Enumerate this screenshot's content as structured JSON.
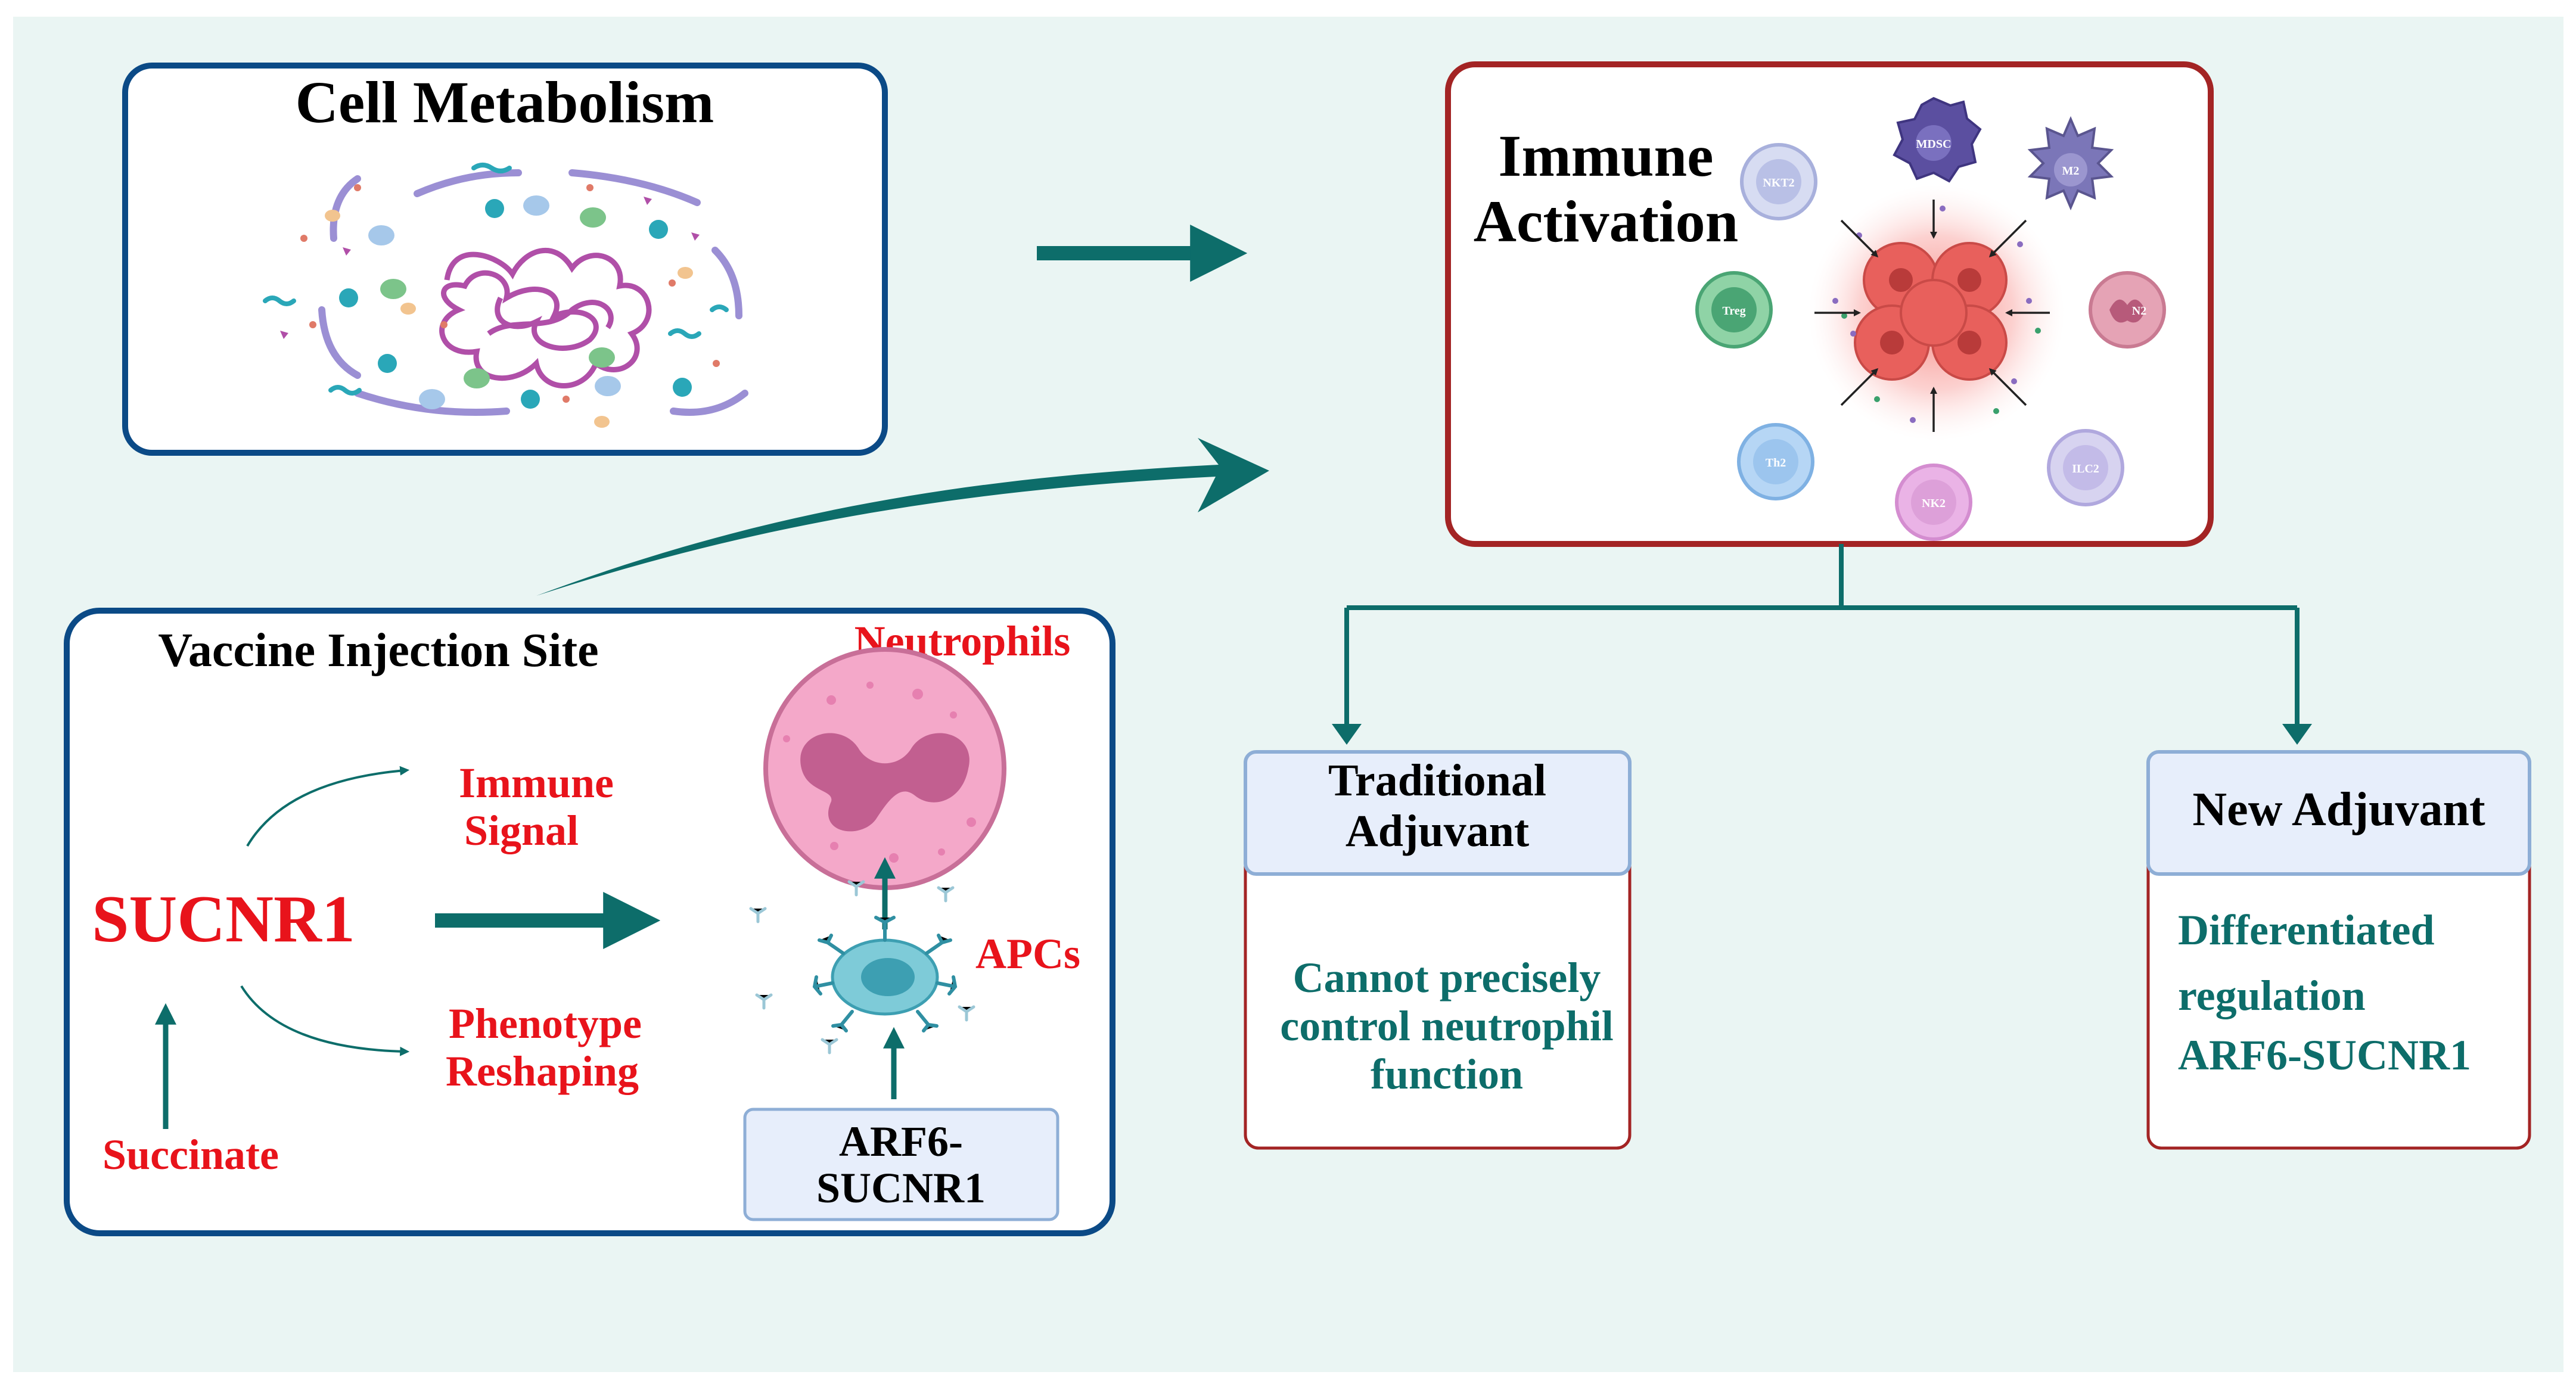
{
  "colors": {
    "background": "#eaf5f3",
    "teal": "#0d6d6a",
    "red_text": "#e8131b",
    "blue_border": "#0b4a86",
    "red_border": "#a32424",
    "light_box": "#e7eefb"
  },
  "cell_metabolism": {
    "title": "Cell Metabolism"
  },
  "immune_activation": {
    "title_line1": "Immune",
    "title_line2": "Activation",
    "cells": [
      "MDSC",
      "M2",
      "NKT2",
      "N2",
      "Treg",
      "ILC2",
      "Th2",
      "NK2"
    ]
  },
  "vaccine_site": {
    "title": "Vaccine Injection Site",
    "sucnr1": "SUCNR1",
    "succinate": "Succinate",
    "immune_signal_line1": "Immune",
    "immune_signal_line2": "Signal",
    "phenotype_line1": "Phenotype",
    "phenotype_line2": "Reshaping",
    "neutrophils": "Neutrophils",
    "apcs": "APCs",
    "arf6_line1": "ARF6-",
    "arf6_line2": "SUCNR1"
  },
  "traditional_adjuvant": {
    "title_line1": "Traditional",
    "title_line2": "Adjuvant",
    "desc_line1": "Cannot precisely",
    "desc_line2": "control neutrophil",
    "desc_line3": "function"
  },
  "new_adjuvant": {
    "title": "New Adjuvant",
    "desc_line1": "Differentiated",
    "desc_line2": "regulation",
    "desc_line3": "ARF6-SUCNR1"
  }
}
